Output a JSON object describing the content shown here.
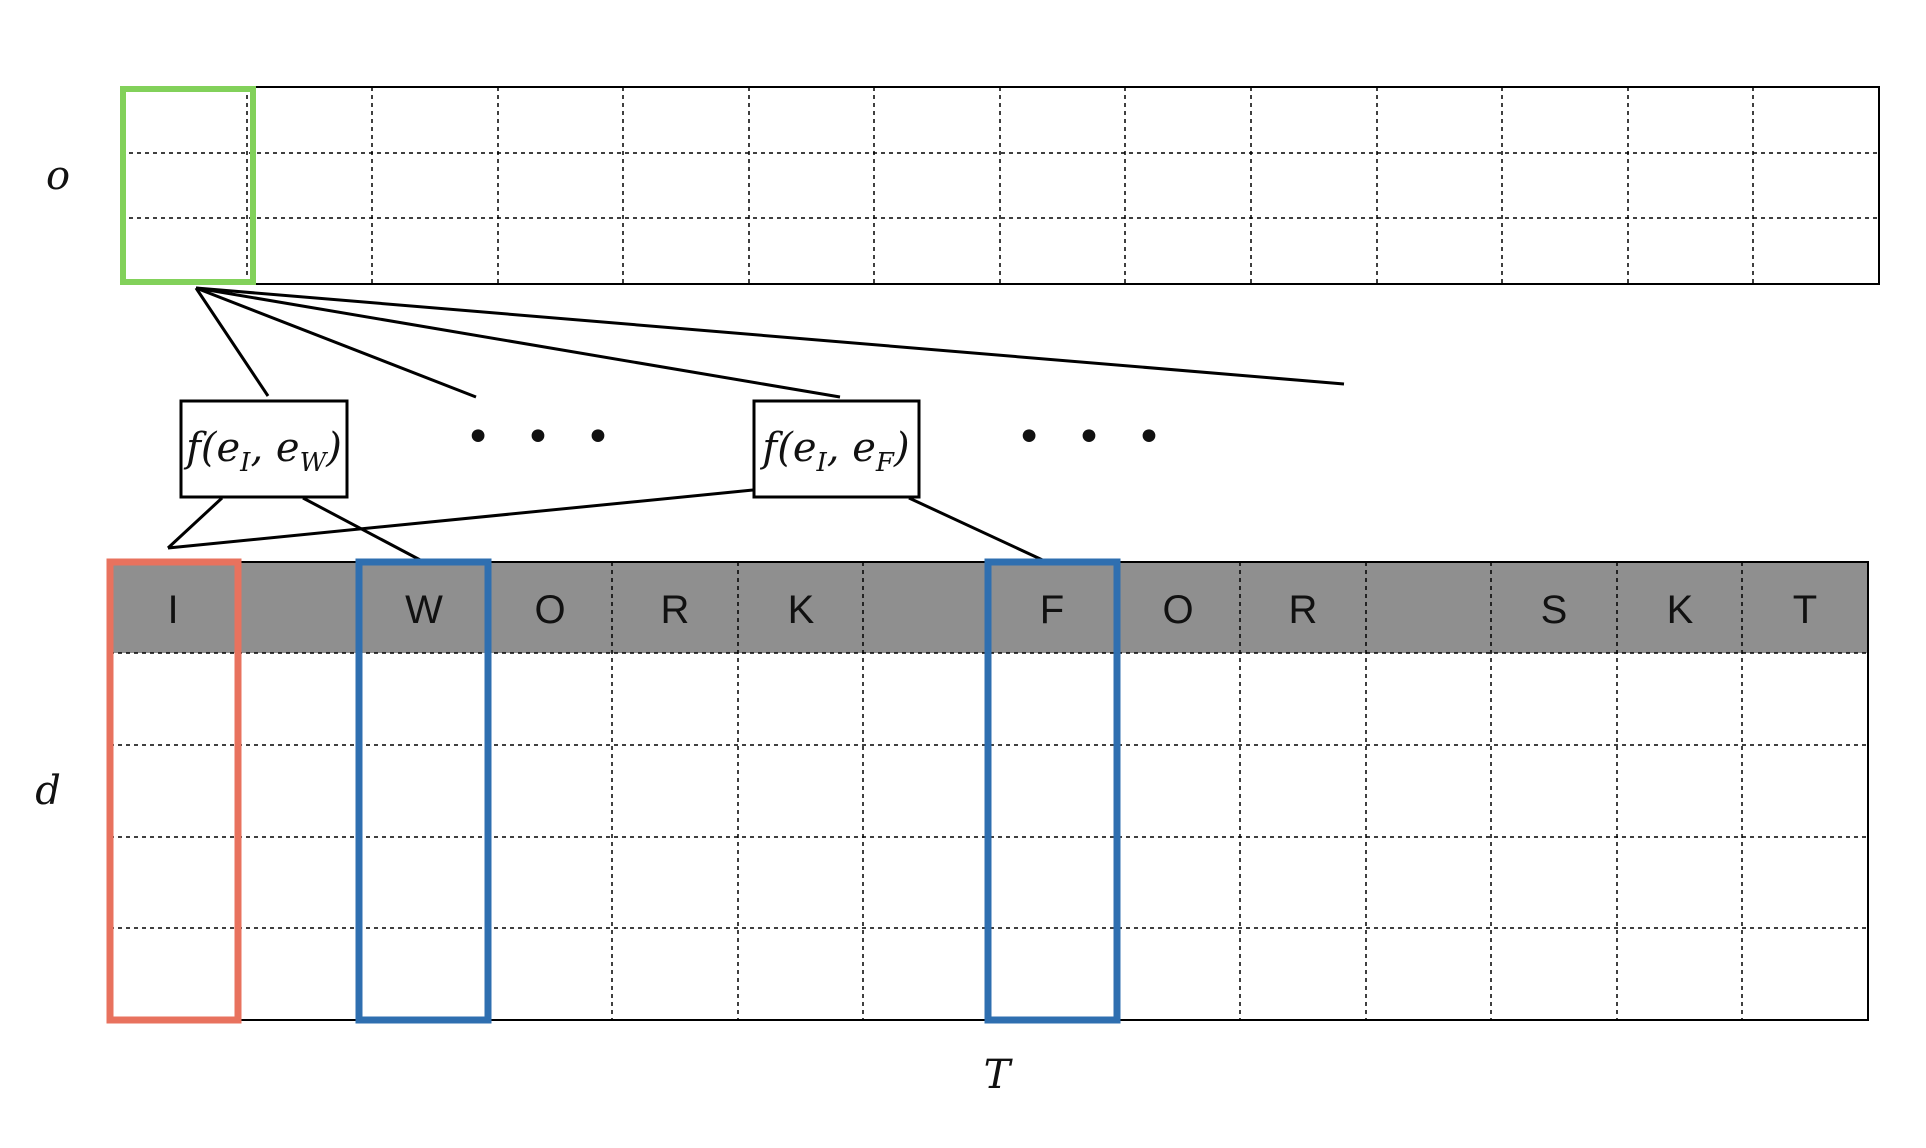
{
  "diagram": {
    "output_label": "o",
    "depth_label": "d",
    "time_label": "T",
    "tokens": [
      "I",
      "",
      "W",
      "O",
      "R",
      "K",
      "",
      "F",
      "O",
      "R",
      "",
      "S",
      "K",
      "T"
    ],
    "functions": [
      {
        "name": "f",
        "arg1": "e",
        "sub1": "I",
        "arg2": "e",
        "sub2": "W"
      },
      {
        "name": "f",
        "arg1": "e",
        "sub1": "I",
        "arg2": "e",
        "sub2": "F"
      }
    ],
    "ellipsis": [
      "• • •",
      "• • •"
    ],
    "colors": {
      "output_highlight": "#82d15a",
      "query_highlight": "#e8725e",
      "key_highlight": "#2f6fb0",
      "token_band": "#8f8f8f",
      "grid_line": "#000000"
    }
  }
}
